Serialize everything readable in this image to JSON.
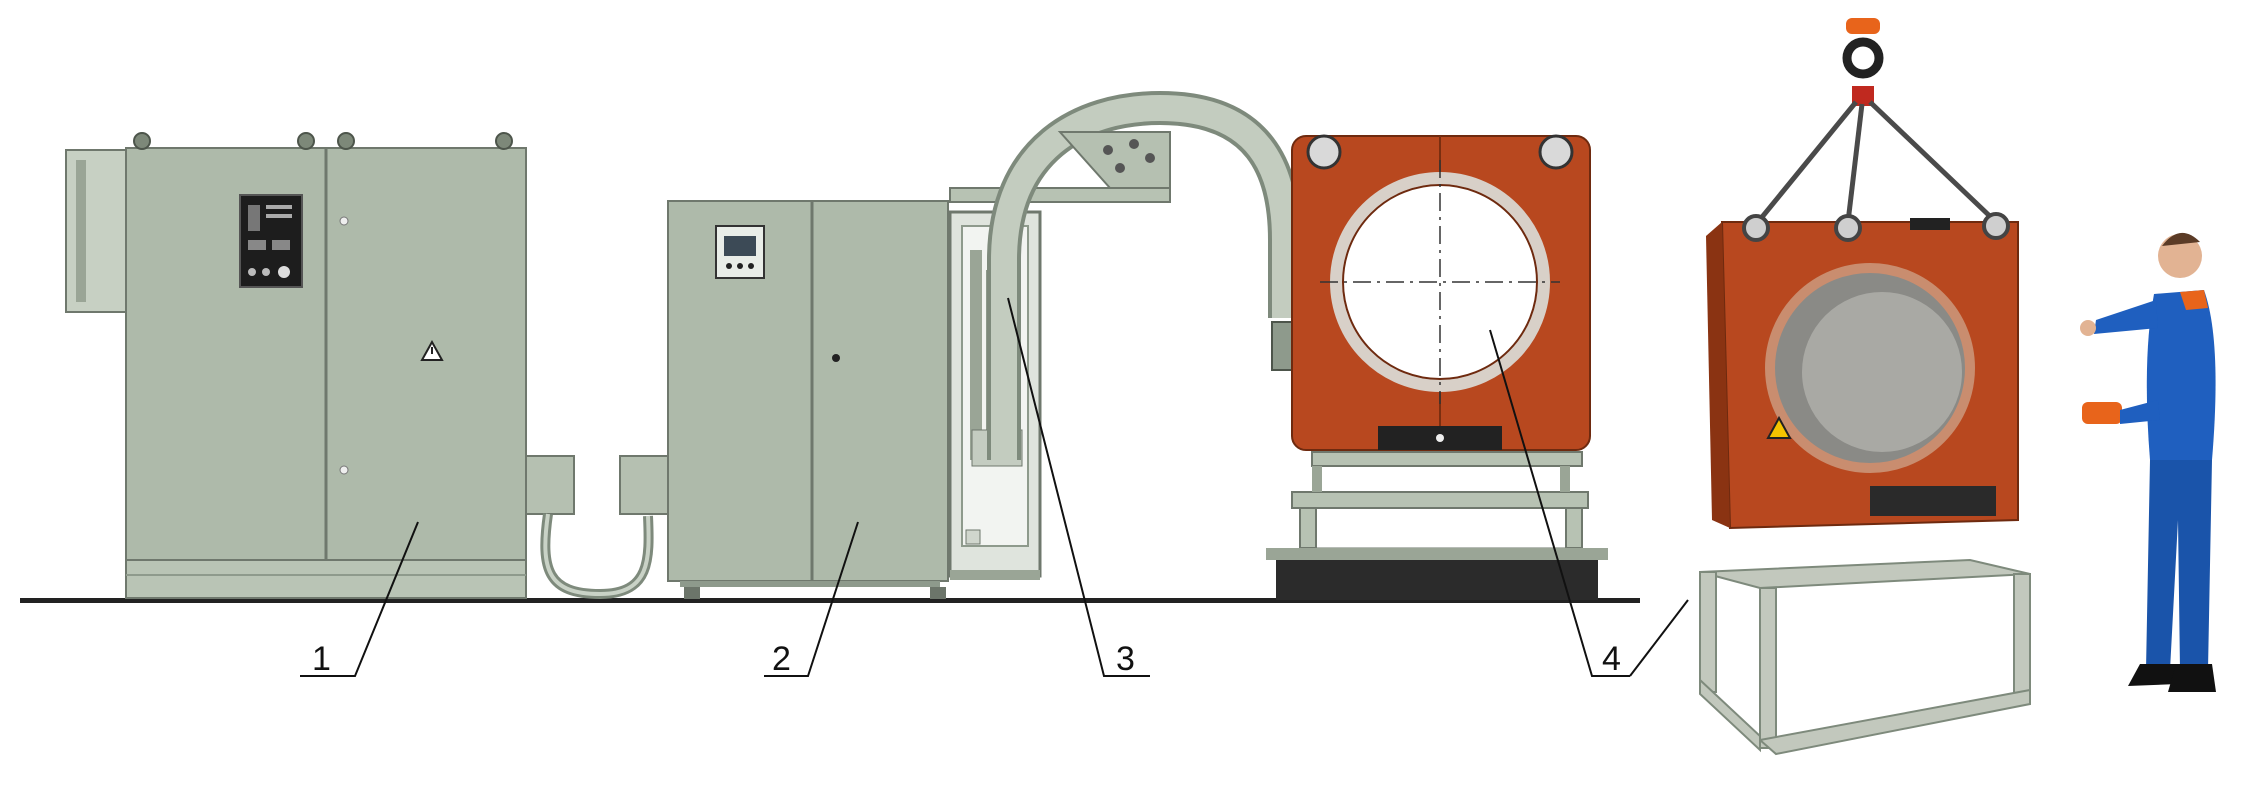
{
  "colors": {
    "cabinet": "#aebaaa",
    "cabinet_dark": "#8e9a8c",
    "inductor": "#b8481f",
    "inductor_dark": "#8a3312",
    "overalls": "#1f5fbf",
    "accent_orange": "#e8641b",
    "floor": "#222222"
  },
  "callouts": [
    {
      "label": "1"
    },
    {
      "label": "2"
    },
    {
      "label": "3"
    },
    {
      "label": "4"
    }
  ],
  "icons": {
    "warning_cabinet": "warning-triangle-icon",
    "warning_inductor": "warning-triangle-icon"
  }
}
